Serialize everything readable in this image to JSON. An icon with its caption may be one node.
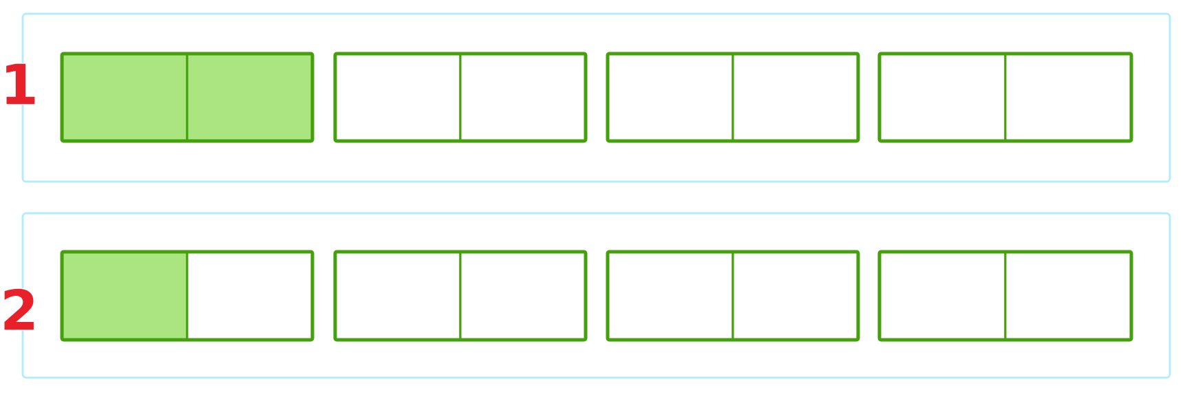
{
  "diagram": {
    "nodes": [
      {
        "text": [
          "1"
        ]
      },
      {
        "text": [],
        "shape": "bar",
        "in": 0
      },
      {
        "text": [],
        "shape": "box",
        "in": 1
      },
      {
        "text": [],
        "shape": "box",
        "in": 1
      },
      {
        "text": [],
        "shape": "bar",
        "in": 0
      },
      {
        "text": [],
        "shape": "box",
        "in": 4
      },
      {
        "text": [],
        "shape": "box",
        "in": 4
      },
      {
        "text": [],
        "shape": "bar",
        "in": 0
      },
      {
        "text": [],
        "shape": "box",
        "in": 7
      },
      {
        "text": [],
        "shape": "box",
        "in": 7
      },
      {
        "text": [],
        "shape": "bar",
        "in": 0
      },
      {
        "text": [],
        "shape": "box",
        "in": 10
      },
      {
        "text": [],
        "shape": "box",
        "in": 10
      },
      {
        "text": [
          "2"
        ]
      },
      {
        "text": [],
        "shape": "bar",
        "in": 13
      },
      {
        "text": [],
        "shape": "box",
        "in": 14
      },
      {
        "text": [],
        "shape": "box",
        "in": 14
      },
      {
        "text": [],
        "shape": "bar",
        "in": 13
      },
      {
        "text": [],
        "shape": "box",
        "in": 17
      },
      {
        "text": [],
        "shape": "box",
        "in": 17
      },
      {
        "text": [],
        "shape": "bar",
        "in": 13
      },
      {
        "text": [],
        "shape": "box",
        "in": 20
      },
      {
        "text": [],
        "shape": "box",
        "in": 20
      },
      {
        "text": [],
        "shape": "bar",
        "in": 13
      },
      {
        "text": [],
        "shape": "box",
        "in": 23
      },
      {
        "text": [],
        "shape": "box",
        "in": 23
      }
    ]
  }
}
